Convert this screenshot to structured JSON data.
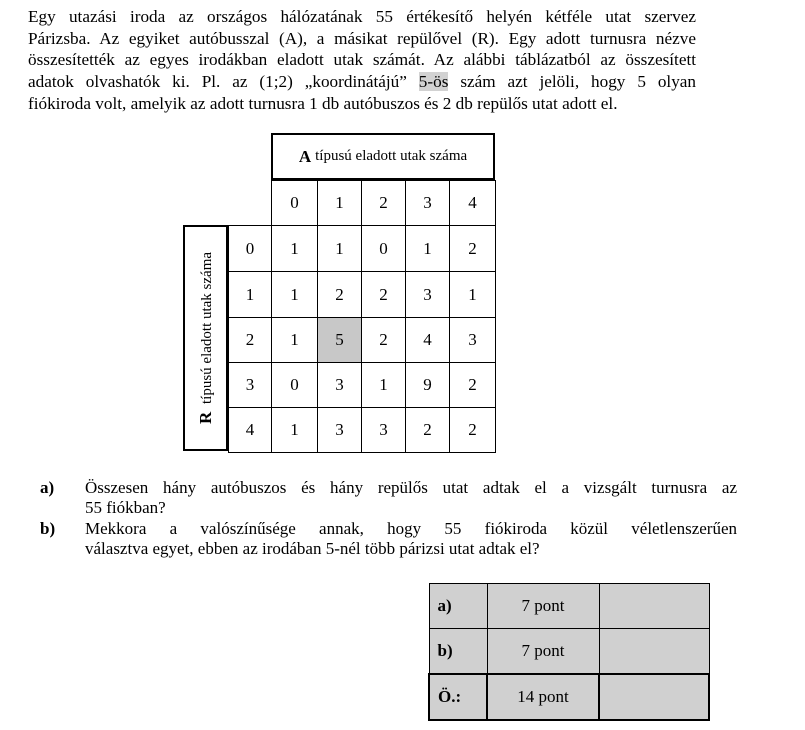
{
  "intro": {
    "lines": [
      "Egy utazási iroda az országos hálózatának 55 értékesítő helyén kétféle utat szervez",
      "Párizsba. Az egyiket autóbusszal (A), a másikat repülővel (R). Egy adott turnusra nézve",
      "összesítették az egyes irodákban eladott utak számát. Az alábbi táblázatból az összesített",
      "adatok olvashatók ki. Pl. az (1;2) „koordinátájú”",
      "5-ös",
      "szám azt jelöli, hogy 5 olyan",
      "fiókiroda volt, amelyik az adott turnusra 1 db autóbuszos és 2 db repülős utat adott el."
    ]
  },
  "table": {
    "col_header_bold": "A",
    "col_header_text": "típusú eladott utak száma",
    "row_header_bold": "R",
    "row_header_text": "típusú eladott utak száma",
    "col_values": [
      "0",
      "1",
      "2",
      "3",
      "4"
    ],
    "row_values": [
      "0",
      "1",
      "2",
      "3",
      "4"
    ],
    "cells": [
      [
        "1",
        "1",
        "0",
        "1",
        "2"
      ],
      [
        "1",
        "2",
        "2",
        "3",
        "1"
      ],
      [
        "1",
        "5",
        "2",
        "4",
        "3"
      ],
      [
        "0",
        "3",
        "1",
        "9",
        "2"
      ],
      [
        "1",
        "3",
        "3",
        "2",
        "2"
      ]
    ],
    "highlight_color": "#c8c8c8"
  },
  "questions": [
    {
      "label": "a)",
      "lines": [
        "Összesen hány autóbuszos és hány repülős utat adtak el a vizsgált turnusra az",
        "55 fiókban?"
      ]
    },
    {
      "label": "b)",
      "lines": [
        "Mekkora a valószínűsége annak, hogy 55 fiókiroda közül véletlenszerűen",
        "választva egyet, ebben az irodában 5-nél több párizsi utat adtak el?"
      ]
    }
  ],
  "score_table": [
    {
      "key": "a)",
      "points": "7 pont"
    },
    {
      "key": "b)",
      "points": "7 pont"
    },
    {
      "key": "Ö.:",
      "points": "14 pont"
    }
  ]
}
